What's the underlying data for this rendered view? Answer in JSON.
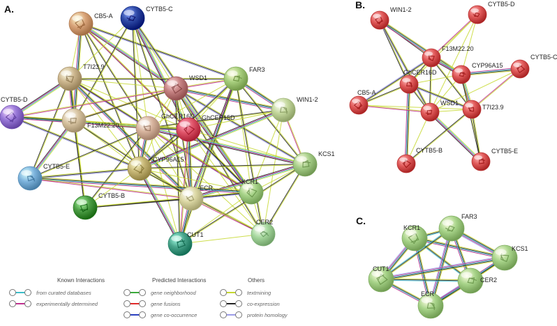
{
  "panels": [
    {
      "label": "A.",
      "nodes": [
        {
          "id": "CB5-A",
          "label": "CB5-A",
          "color": "#d9a47a"
        },
        {
          "id": "CYTB5-C",
          "label": "CYTB5-C",
          "color": "#2f4aa6"
        },
        {
          "id": "T7I23.9",
          "label": "T7I23.9",
          "color": "#cdb78f"
        },
        {
          "id": "WSD1",
          "label": "WSD1",
          "color": "#c78484"
        },
        {
          "id": "FAR3",
          "label": "FAR3",
          "color": "#a8cf7e"
        },
        {
          "id": "WIN1-2",
          "label": "WIN1-2",
          "color": "#c4d89d"
        },
        {
          "id": "CYTB5-D",
          "label": "CYTB5-D",
          "color": "#9a7ad9"
        },
        {
          "id": "F13M22.20",
          "label": "F13M22.20",
          "color": "#d8c4a2"
        },
        {
          "id": "GhCER16D",
          "label": "GhCER16D",
          "color": "#d9b6a0"
        },
        {
          "id": "GhCER15D",
          "label": "GhCER15D",
          "color": "#e0556a"
        },
        {
          "id": "KCS1",
          "label": "KCS1",
          "color": "#a8cf8a"
        },
        {
          "id": "CYTB5-E",
          "label": "CYTB5-E",
          "color": "#7eb4dd"
        },
        {
          "id": "CYP96A15",
          "label": "CYP96A15",
          "color": "#c8b878"
        },
        {
          "id": "CYTB5-B",
          "label": "CYTB5-B",
          "color": "#4fa048"
        },
        {
          "id": "ECR",
          "label": "ECR",
          "color": "#ddd9a6"
        },
        {
          "id": "KCR1",
          "label": "KCR1",
          "color": "#a8d48a"
        },
        {
          "id": "CUT1",
          "label": "CUT1",
          "color": "#4aa58c"
        },
        {
          "id": "CER2",
          "label": "CER2",
          "color": "#a8d9a0"
        }
      ],
      "edges": [
        [
          "CB5-A",
          "T7I23.9"
        ],
        [
          "CB5-A",
          "WSD1"
        ],
        [
          "CB5-A",
          "GhCER16D"
        ],
        [
          "CB5-A",
          "CYP96A15"
        ],
        [
          "CB5-A",
          "KCR1"
        ],
        [
          "CB5-A",
          "FAR3"
        ],
        [
          "CB5-A",
          "F13M22.20"
        ],
        [
          "CB5-A",
          "GhCER15D"
        ],
        [
          "CYTB5-C",
          "T7I23.9"
        ],
        [
          "CYTB5-C",
          "WSD1"
        ],
        [
          "CYTB5-C",
          "GhCER16D"
        ],
        [
          "CYTB5-C",
          "GhCER15D"
        ],
        [
          "CYTB5-C",
          "CYP96A15"
        ],
        [
          "CYTB5-C",
          "ECR"
        ],
        [
          "CYTB5-C",
          "F13M22.20"
        ],
        [
          "CYTB5-C",
          "KCR1"
        ],
        [
          "T7I23.9",
          "F13M22.20"
        ],
        [
          "T7I23.9",
          "GhCER16D"
        ],
        [
          "T7I23.9",
          "GhCER15D"
        ],
        [
          "T7I23.9",
          "WSD1"
        ],
        [
          "T7I23.9",
          "CYP96A15"
        ],
        [
          "T7I23.9",
          "CYTB5-D"
        ],
        [
          "T7I23.9",
          "CYTB5-E"
        ],
        [
          "T7I23.9",
          "CYTB5-B"
        ],
        [
          "T7I23.9",
          "FAR3"
        ],
        [
          "T7I23.9",
          "KCR1"
        ],
        [
          "T7I23.9",
          "ECR"
        ],
        [
          "WSD1",
          "FAR3"
        ],
        [
          "WSD1",
          "GhCER16D"
        ],
        [
          "WSD1",
          "GhCER15D"
        ],
        [
          "WSD1",
          "CYP96A15"
        ],
        [
          "WSD1",
          "KCR1"
        ],
        [
          "WSD1",
          "ECR"
        ],
        [
          "WSD1",
          "CUT1"
        ],
        [
          "WSD1",
          "CER2"
        ],
        [
          "WSD1",
          "KCS1"
        ],
        [
          "WSD1",
          "WIN1-2"
        ],
        [
          "WSD1",
          "F13M22.20"
        ],
        [
          "FAR3",
          "GhCER16D"
        ],
        [
          "FAR3",
          "GhCER15D"
        ],
        [
          "FAR3",
          "KCR1"
        ],
        [
          "FAR3",
          "ECR"
        ],
        [
          "FAR3",
          "CER2"
        ],
        [
          "FAR3",
          "KCS1"
        ],
        [
          "FAR3",
          "CUT1"
        ],
        [
          "FAR3",
          "CYP96A15"
        ],
        [
          "FAR3",
          "WIN1-2"
        ],
        [
          "WIN1-2",
          "KCS1"
        ],
        [
          "WIN1-2",
          "GhCER15D"
        ],
        [
          "WIN1-2",
          "CER2"
        ],
        [
          "WIN1-2",
          "KCR1"
        ],
        [
          "WIN1-2",
          "CYP96A15"
        ],
        [
          "WIN1-2",
          "GhCER16D"
        ],
        [
          "CYTB5-D",
          "F13M22.20"
        ],
        [
          "CYTB5-D",
          "GhCER16D"
        ],
        [
          "CYTB5-D",
          "CYP96A15"
        ],
        [
          "CYTB5-D",
          "GhCER15D"
        ],
        [
          "CYTB5-D",
          "WSD1"
        ],
        [
          "F13M22.20",
          "GhCER16D"
        ],
        [
          "F13M22.20",
          "GhCER15D"
        ],
        [
          "F13M22.20",
          "CYP96A15"
        ],
        [
          "F13M22.20",
          "CYTB5-E"
        ],
        [
          "F13M22.20",
          "CYTB5-B"
        ],
        [
          "F13M22.20",
          "WSD1"
        ],
        [
          "F13M22.20",
          "ECR"
        ],
        [
          "GhCER16D",
          "GhCER15D"
        ],
        [
          "GhCER16D",
          "CYP96A15"
        ],
        [
          "GhCER16D",
          "KCR1"
        ],
        [
          "GhCER16D",
          "ECR"
        ],
        [
          "GhCER16D",
          "CUT1"
        ],
        [
          "GhCER16D",
          "CER2"
        ],
        [
          "GhCER16D",
          "KCS1"
        ],
        [
          "GhCER16D",
          "CYTB5-E"
        ],
        [
          "GhCER16D",
          "CYTB5-B"
        ],
        [
          "GhCER15D",
          "CYP96A15"
        ],
        [
          "GhCER15D",
          "KCR1"
        ],
        [
          "GhCER15D",
          "ECR"
        ],
        [
          "GhCER15D",
          "CUT1"
        ],
        [
          "GhCER15D",
          "CER2"
        ],
        [
          "GhCER15D",
          "KCS1"
        ],
        [
          "KCS1",
          "KCR1"
        ],
        [
          "KCS1",
          "ECR"
        ],
        [
          "KCS1",
          "CER2"
        ],
        [
          "KCS1",
          "CUT1"
        ],
        [
          "KCS1",
          "CYP96A15"
        ],
        [
          "CYTB5-E",
          "CYP96A15"
        ],
        [
          "CYTB5-E",
          "KCR1"
        ],
        [
          "CYTB5-E",
          "ECR"
        ],
        [
          "CYP96A15",
          "CYTB5-B"
        ],
        [
          "CYP96A15",
          "ECR"
        ],
        [
          "CYP96A15",
          "KCR1"
        ],
        [
          "CYP96A15",
          "CUT1"
        ],
        [
          "CYP96A15",
          "CER2"
        ],
        [
          "CYTB5-B",
          "ECR"
        ],
        [
          "CYTB5-B",
          "KCR1"
        ],
        [
          "ECR",
          "KCR1"
        ],
        [
          "ECR",
          "CUT1"
        ],
        [
          "ECR",
          "CER2"
        ],
        [
          "KCR1",
          "CUT1"
        ],
        [
          "KCR1",
          "CER2"
        ],
        [
          "CUT1",
          "CER2"
        ]
      ]
    },
    {
      "label": "B.",
      "nodes": [
        {
          "id": "WIN1-2",
          "label": "WIN1-2",
          "color": "#e05a5a"
        },
        {
          "id": "CYTB5-D",
          "label": "CYTB5-D",
          "color": "#e05a5a"
        },
        {
          "id": "F13M22.20",
          "label": "F13M22.20",
          "color": "#e05a5a"
        },
        {
          "id": "CYTB5-C",
          "label": "CYTB5-C",
          "color": "#e05a5a"
        },
        {
          "id": "CYP96A15",
          "label": "CYP96A15",
          "color": "#e05a5a"
        },
        {
          "id": "GhCER16D",
          "label": "GhCER16D",
          "color": "#e05a5a"
        },
        {
          "id": "CB5-A",
          "label": "CB5-A",
          "color": "#e05a5a"
        },
        {
          "id": "WSD1",
          "label": "WSD1",
          "color": "#e05a5a"
        },
        {
          "id": "T7I23.9",
          "label": "T7I23.9",
          "color": "#e05a5a"
        },
        {
          "id": "CYTB5-B",
          "label": "CYTB5-B",
          "color": "#e05a5a"
        },
        {
          "id": "CYTB5-E",
          "label": "CYTB5-E",
          "color": "#e05a5a"
        }
      ],
      "edges": [
        [
          "WIN1-2",
          "F13M22.20"
        ],
        [
          "WIN1-2",
          "GhCER16D"
        ],
        [
          "WIN1-2",
          "WSD1"
        ],
        [
          "WIN1-2",
          "CYP96A15"
        ],
        [
          "CYTB5-D",
          "F13M22.20"
        ],
        [
          "CYTB5-D",
          "CYP96A15"
        ],
        [
          "CYTB5-D",
          "GhCER16D"
        ],
        [
          "CYTB5-D",
          "WSD1"
        ],
        [
          "F13M22.20",
          "CYP96A15"
        ],
        [
          "F13M22.20",
          "GhCER16D"
        ],
        [
          "F13M22.20",
          "WSD1"
        ],
        [
          "F13M22.20",
          "T7I23.9"
        ],
        [
          "F13M22.20",
          "CB5-A"
        ],
        [
          "CYTB5-C",
          "CYP96A15"
        ],
        [
          "CYTB5-C",
          "T7I23.9"
        ],
        [
          "CYTB5-C",
          "WSD1"
        ],
        [
          "CYP96A15",
          "GhCER16D"
        ],
        [
          "CYP96A15",
          "WSD1"
        ],
        [
          "CYP96A15",
          "T7I23.9"
        ],
        [
          "CYP96A15",
          "CYTB5-E"
        ],
        [
          "GhCER16D",
          "CB5-A"
        ],
        [
          "GhCER16D",
          "WSD1"
        ],
        [
          "GhCER16D",
          "T7I23.9"
        ],
        [
          "GhCER16D",
          "CYTB5-B"
        ],
        [
          "CB5-A",
          "WSD1"
        ],
        [
          "CB5-A",
          "T7I23.9"
        ],
        [
          "WSD1",
          "T7I23.9"
        ],
        [
          "WSD1",
          "CYTB5-B"
        ],
        [
          "WSD1",
          "CYTB5-E"
        ],
        [
          "T7I23.9",
          "CYTB5-B"
        ],
        [
          "T7I23.9",
          "CYTB5-E"
        ]
      ]
    },
    {
      "label": "C.",
      "nodes": [
        {
          "id": "KCR1",
          "label": "KCR1",
          "color": "#a8d48a"
        },
        {
          "id": "FAR3",
          "label": "FAR3",
          "color": "#a8d48a"
        },
        {
          "id": "KCS1",
          "label": "KCS1",
          "color": "#a8d48a"
        },
        {
          "id": "CUT1",
          "label": "CUT1",
          "color": "#a8d48a"
        },
        {
          "id": "CER2",
          "label": "CER2",
          "color": "#a8d48a"
        },
        {
          "id": "ECR",
          "label": "ECR",
          "color": "#a8d48a"
        }
      ],
      "edges": [
        [
          "KCR1",
          "FAR3"
        ],
        [
          "KCR1",
          "KCS1"
        ],
        [
          "KCR1",
          "CUT1"
        ],
        [
          "KCR1",
          "CER2"
        ],
        [
          "KCR1",
          "ECR"
        ],
        [
          "FAR3",
          "KCS1"
        ],
        [
          "FAR3",
          "CUT1"
        ],
        [
          "FAR3",
          "CER2"
        ],
        [
          "FAR3",
          "ECR"
        ],
        [
          "KCS1",
          "CER2"
        ],
        [
          "KCS1",
          "ECR"
        ],
        [
          "KCS1",
          "CUT1"
        ],
        [
          "CUT1",
          "CER2"
        ],
        [
          "CUT1",
          "ECR"
        ],
        [
          "CER2",
          "ECR"
        ]
      ]
    }
  ],
  "legend": {
    "groups": [
      {
        "title": "Known Interactions",
        "items": [
          {
            "label": "from curated databases",
            "color": "#3bbdc9"
          },
          {
            "label": "experimentally determined",
            "color": "#c0308f"
          }
        ]
      },
      {
        "title": "Predicted Interactions",
        "items": [
          {
            "label": "gene neighborhood",
            "color": "#3aaa3a"
          },
          {
            "label": "gene fusions",
            "color": "#e02a2a"
          },
          {
            "label": "gene co-occurrence",
            "color": "#2a3fc0"
          }
        ]
      },
      {
        "title": "Others",
        "items": [
          {
            "label": "textmining",
            "color": "#c5d82e"
          },
          {
            "label": "co-expression",
            "color": "#222222"
          },
          {
            "label": "protein homology",
            "color": "#9c9ce8"
          }
        ]
      }
    ]
  }
}
